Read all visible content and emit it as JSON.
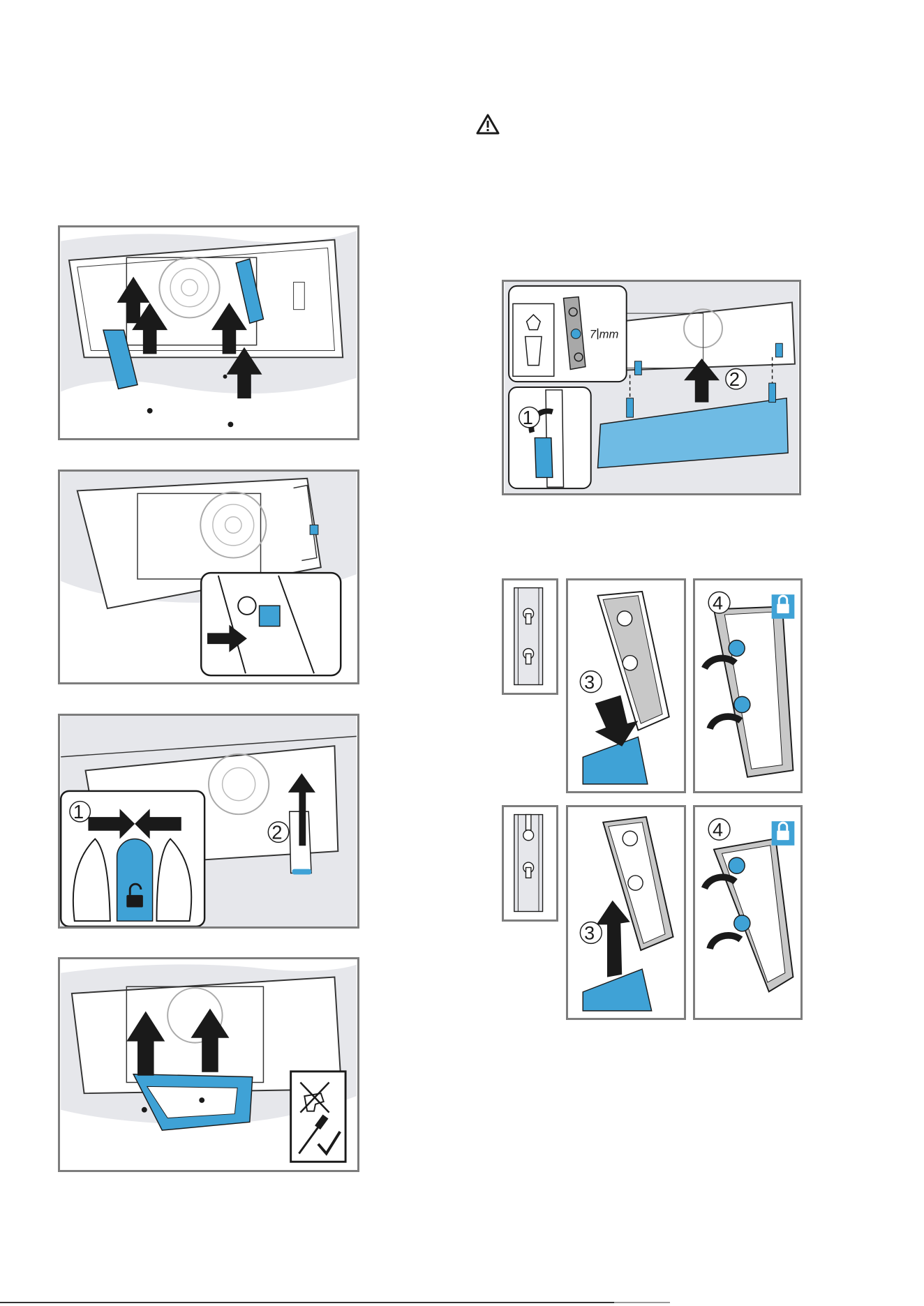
{
  "steps": {
    "ring_step_1": "1",
    "ring_step_2": "2",
    "hand_step_1": "1",
    "hand_step_2": "2",
    "rail_step_3": "3",
    "rail_step_4": "4"
  },
  "dimensions": {
    "gap_label": "7 mm"
  },
  "icons": {
    "warning": "warning-triangle-icon",
    "lock": "padlock-closed-icon",
    "unlock": "padlock-open-icon",
    "drill_forbidden": "drill-crossed-icon",
    "screwdriver_ok": "screwdriver-check-icon"
  },
  "colors": {
    "accent": "#3fa2d6",
    "accent_light": "#6fbbe4",
    "frame": "#7d7d7d",
    "ink": "#1a1a1a",
    "wall": "#e6e7eb"
  }
}
